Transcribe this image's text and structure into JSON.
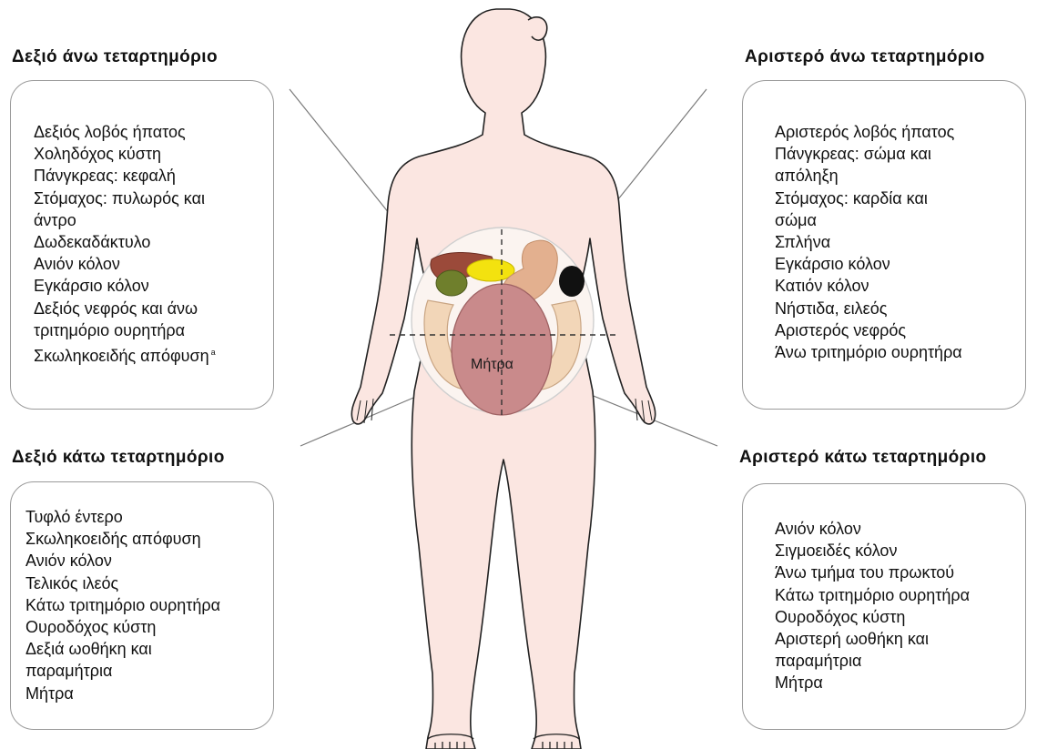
{
  "quadrants": {
    "right_upper": {
      "title": "Δεξιό άνω τεταρτημόριο",
      "items": [
        "Δεξιός λοβός ήπατος",
        "Χοληδόχος κύστη",
        "Πάνγκρεας: κεφαλή",
        "Στόμαχος: πυλωρός και",
        "άντρο",
        "Δωδεκαδάκτυλο",
        "Ανιόν κόλον",
        "Εγκάρσιο κόλον",
        "Δεξιός νεφρός και άνω",
        "τριτημόριο ουρητήρα",
        "Σκωληκοειδής απόφυση"
      ],
      "footnote_mark": "a"
    },
    "left_upper": {
      "title": "Αριστερό άνω τεταρτημόριο",
      "items": [
        "Αριστερός λοβός ήπατος",
        "Πάνγκρεας: σώμα και",
        "απόληξη",
        "Στόμαχος: καρδία και",
        "σώμα",
        "Σπλήνα",
        "Εγκάρσιο κόλον",
        "Κατιόν κόλον",
        "Νήστιδα, ειλεός",
        "Αριστερός νεφρός",
        "Άνω τριτημόριο ουρητήρα"
      ]
    },
    "right_lower": {
      "title": "Δεξιό κάτω τεταρτημόριο",
      "items": [
        "Τυφλό έντερο",
        "Σκωληκοειδής απόφυση",
        "Ανιόν κόλον",
        "Τελικός ιλεός",
        "Κάτω τριτημόριο ουρητήρα",
        "Ουροδόχος κύστη",
        "Δεξιά ωοθήκη και",
        "παραμήτρια",
        "Μήτρα"
      ]
    },
    "left_lower": {
      "title": "Αριστερό κάτω τεταρτημόριο",
      "items": [
        "Ανιόν κόλον",
        "Σιγμοειδές κόλον",
        "Άνω τμήμα του πρωκτού",
        "Κάτω τριτημόριο ουρητήρα",
        "Ουροδόχος κύστη",
        "Αριστερή ωοθήκη και",
        "παραμήτρια",
        "Μήτρα"
      ]
    }
  },
  "figure": {
    "uterus_label": "Μήτρα",
    "colors": {
      "skin": "#fbe6e1",
      "outline": "#222222",
      "liver": "#9b4a3a",
      "gallbladder": "#6f7f2c",
      "stomach_yellow": "#f3e20f",
      "pancreas": "#e3b08f",
      "spleen": "#111111",
      "intestine": "#f2d6b8",
      "uterus": "#c98a8b",
      "box_border": "#9a9a9a",
      "leader": "#777777"
    }
  }
}
